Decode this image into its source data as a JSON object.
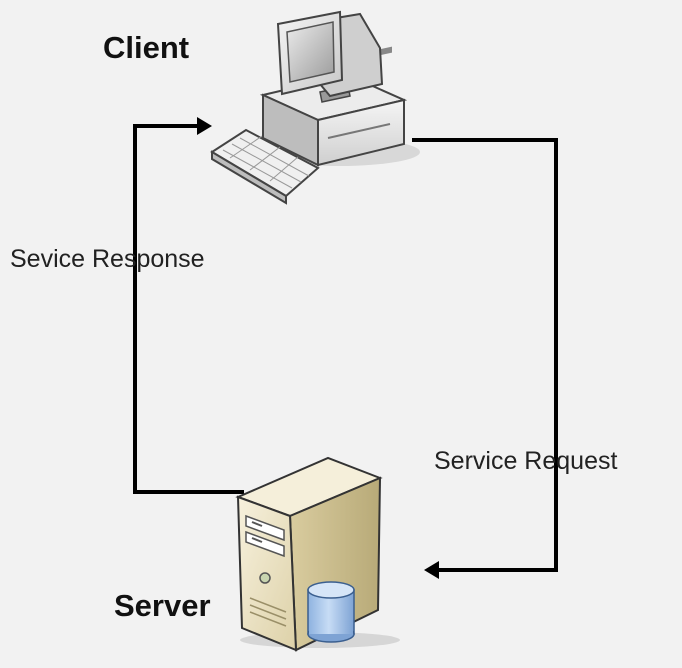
{
  "nodes": {
    "client": {
      "label": "Client",
      "icon": "desktop-computer-icon"
    },
    "server": {
      "label": "Server",
      "icon": "server-tower-icon"
    }
  },
  "edges": {
    "response": {
      "label": "Sevice Response",
      "from": "server",
      "to": "client"
    },
    "request": {
      "label": "Service Request",
      "from": "client",
      "to": "server"
    }
  },
  "colors": {
    "background": "#f2f2f2",
    "arrow": "#000000",
    "server_body": "#e9dfbf",
    "database": "#a9c6ea"
  }
}
